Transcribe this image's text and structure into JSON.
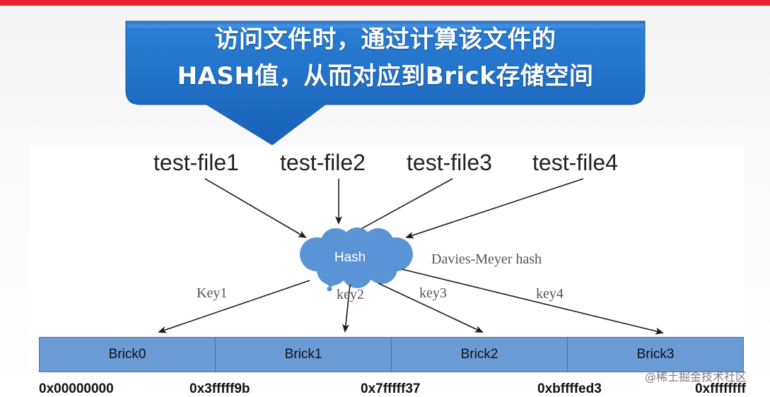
{
  "callout": {
    "line1": "访问文件时，通过计算该文件的",
    "line2": "HASH值，从而对应到Brick存储空间",
    "color": "#1f6fc7"
  },
  "files": [
    "test-file1",
    "test-file2",
    "test-file3",
    "test-file4"
  ],
  "hash": {
    "label": "Hash",
    "algorithm": "Davies-Meyer hash",
    "color": "#5b94d6"
  },
  "keys": [
    "Key1",
    "key2",
    "key3",
    "key4"
  ],
  "bricks": [
    "Brick0",
    "Brick1",
    "Brick2",
    "Brick3"
  ],
  "addresses": [
    "0x00000000",
    "0x3fffff9b",
    "0x7fffff37",
    "0xbffffed3",
    "0xffffffff"
  ],
  "watermark": "@稀土掘金技术社区"
}
